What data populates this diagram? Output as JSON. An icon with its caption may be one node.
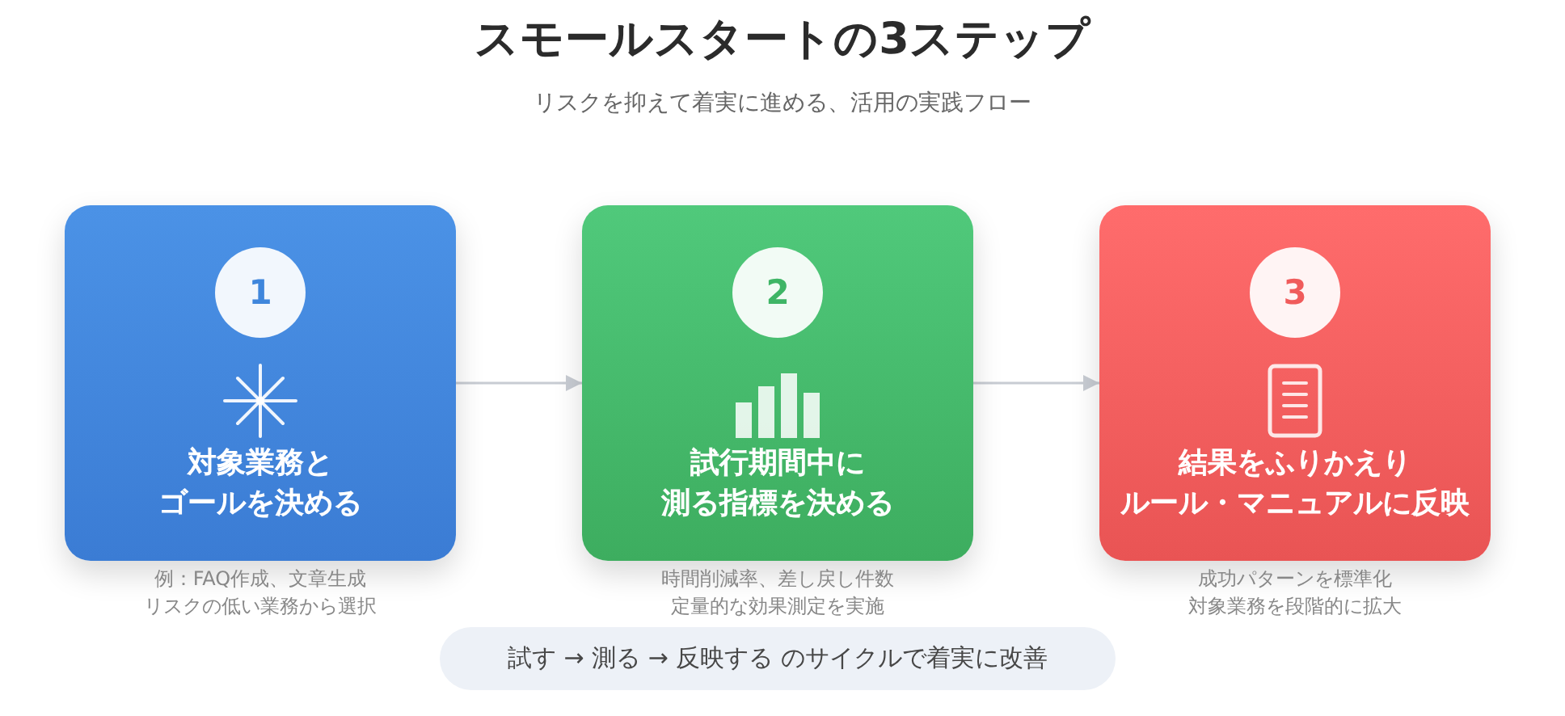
{
  "diagram": {
    "title": "スモールスタートの3ステップ",
    "nodes": [
      {
        "text": [
          "対象業務とゴールを決める"
        ],
        "beside": [
          "例：FAQ作成、文章生成",
          "リスクの低い業務から選択"
        ]
      },
      {
        "text": [
          "1"
        ],
        "in": 0
      },
      {
        "text": [
          "試行期間中に測る指標を決める"
        ],
        "beside": [
          "時間削減率、差し戻し件数",
          "定量的な効果測定を実施"
        ]
      },
      {
        "text": [
          "2"
        ],
        "in": 2
      },
      {
        "text": [
          "結果をふりかえりルール・マニュアルに反映"
        ],
        "beside": [
          "成功パターンを標準化",
          "対象業務を段階的に拡大"
        ]
      },
      {
        "text": [
          "3"
        ],
        "in": 4
      },
      {
        "text": [
          "試す → 測る → 反映する のサイクルで着実に改善"
        ]
      }
    ],
    "edges": [
      {
        "from": 0,
        "to": 2,
        "arrow": "to"
      },
      {
        "from": 2,
        "to": 4,
        "arrow": "to"
      }
    ],
    "labels": [
      "リスクを抑えて着実に進める、活用の実践フロー"
    ]
  }
}
